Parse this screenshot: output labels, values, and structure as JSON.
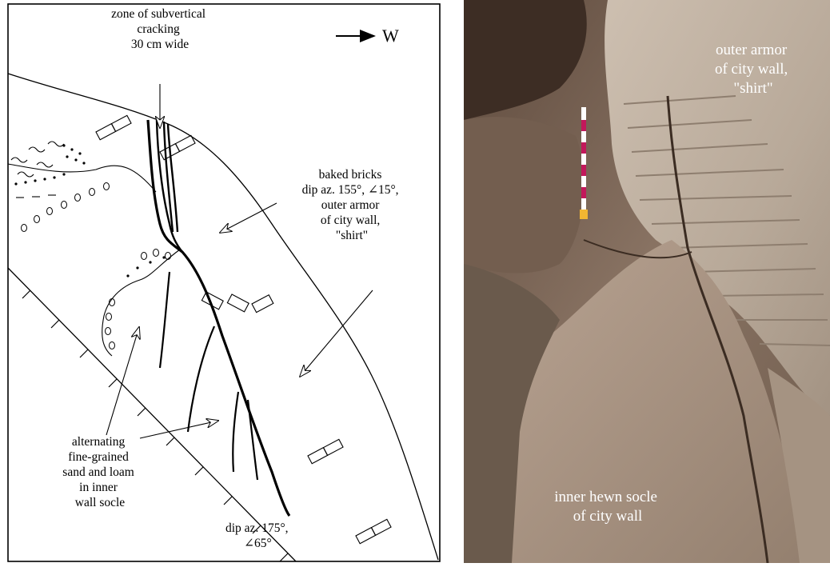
{
  "sketch": {
    "north_arrow_label": "W",
    "crack_zone_label": [
      "zone of subvertical",
      "cracking",
      "30 cm wide"
    ],
    "bricks_label": [
      "baked bricks",
      "dip az. 155°, ∠15°,",
      "outer armor",
      "of city wall,",
      "\"shirt\""
    ],
    "sand_label": [
      "alternating",
      "fine-grained",
      "sand and loam",
      "in inner",
      "wall socle"
    ],
    "fault_dip_label": [
      "dip az. 175°,",
      "∠65°"
    ]
  },
  "photo": {
    "outer_label": [
      "outer armor",
      "of city wall,",
      "\"shirt\""
    ],
    "inner_label": [
      "inner hewn socle",
      "of city wall"
    ]
  },
  "colors": {
    "line": "#000000",
    "rock_light": "#b9aa9a",
    "rock_dark": "#7a6858",
    "photo_text": "#ffffff"
  }
}
